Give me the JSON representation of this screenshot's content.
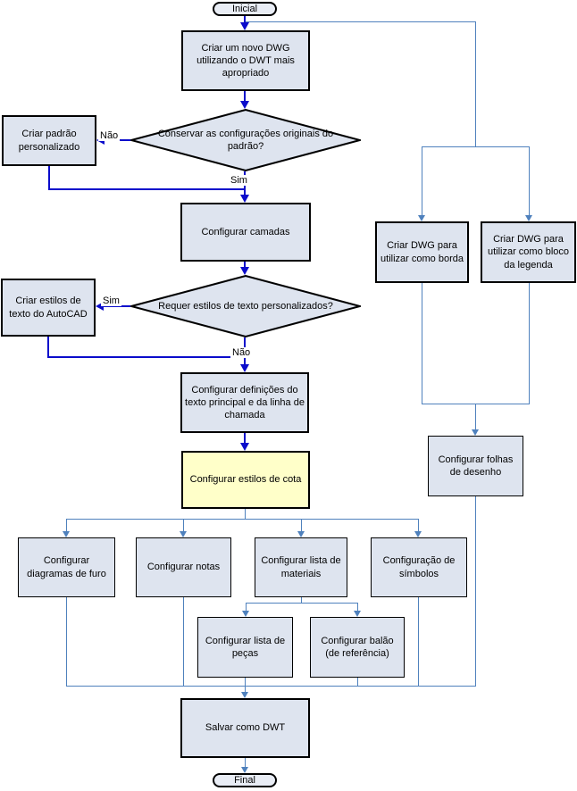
{
  "colors": {
    "node_fill": "#dee4ef",
    "highlight_fill": "#ffffc9",
    "main_flow_arrow": "#0b0ccb",
    "branch_line": "#4f81bd",
    "node_border": "#000000"
  },
  "nodes": {
    "start": {
      "label": "Inicial",
      "type": "terminator"
    },
    "create_new_dwg": {
      "label": "Criar um novo DWG utilizando o DWT mais apropriado",
      "type": "process"
    },
    "decision_keep_defaults": {
      "label": "Conservar as configurações originais do padrão?",
      "type": "decision"
    },
    "custom_standard": {
      "label": "Criar padrão personalizado",
      "type": "process"
    },
    "layers": {
      "label": "Configurar camadas",
      "type": "process"
    },
    "decision_text_styles": {
      "label": "Requer estilos de texto personalizados?",
      "type": "decision"
    },
    "autocad_text_styles": {
      "label": "Criar estilos de texto do AutoCAD",
      "type": "process"
    },
    "text_definitions": {
      "label": "Configurar definições do texto principal e da linha de chamada",
      "type": "process"
    },
    "dimension_styles": {
      "label": "Configurar estilos de cota",
      "type": "process",
      "highlighted": true
    },
    "hole_charts": {
      "label": "Configurar diagramas de furo",
      "type": "process"
    },
    "notes": {
      "label": "Configurar notas",
      "type": "process"
    },
    "material_list": {
      "label": "Configurar lista de materiais",
      "type": "process"
    },
    "symbols": {
      "label": "Configuração de símbolos",
      "type": "process"
    },
    "parts_list": {
      "label": "Configurar lista de peças",
      "type": "process"
    },
    "balloon": {
      "label": "Configurar balão (de referência)",
      "type": "process"
    },
    "save_dwt": {
      "label": "Salvar como DWT",
      "type": "process"
    },
    "end": {
      "label": "Final",
      "type": "terminator"
    },
    "border_dwg": {
      "label": "Criar DWG para utilizar como borda",
      "type": "process"
    },
    "title_block_dwg": {
      "label": "Criar DWG para utilizar como bloco da legenda",
      "type": "process"
    },
    "drawing_sheets": {
      "label": "Configurar folhas de desenho",
      "type": "process"
    }
  },
  "edge_labels": {
    "keep_defaults_no": "Não",
    "keep_defaults_yes": "Sim",
    "text_styles_yes": "Sim",
    "text_styles_no": "Não"
  }
}
